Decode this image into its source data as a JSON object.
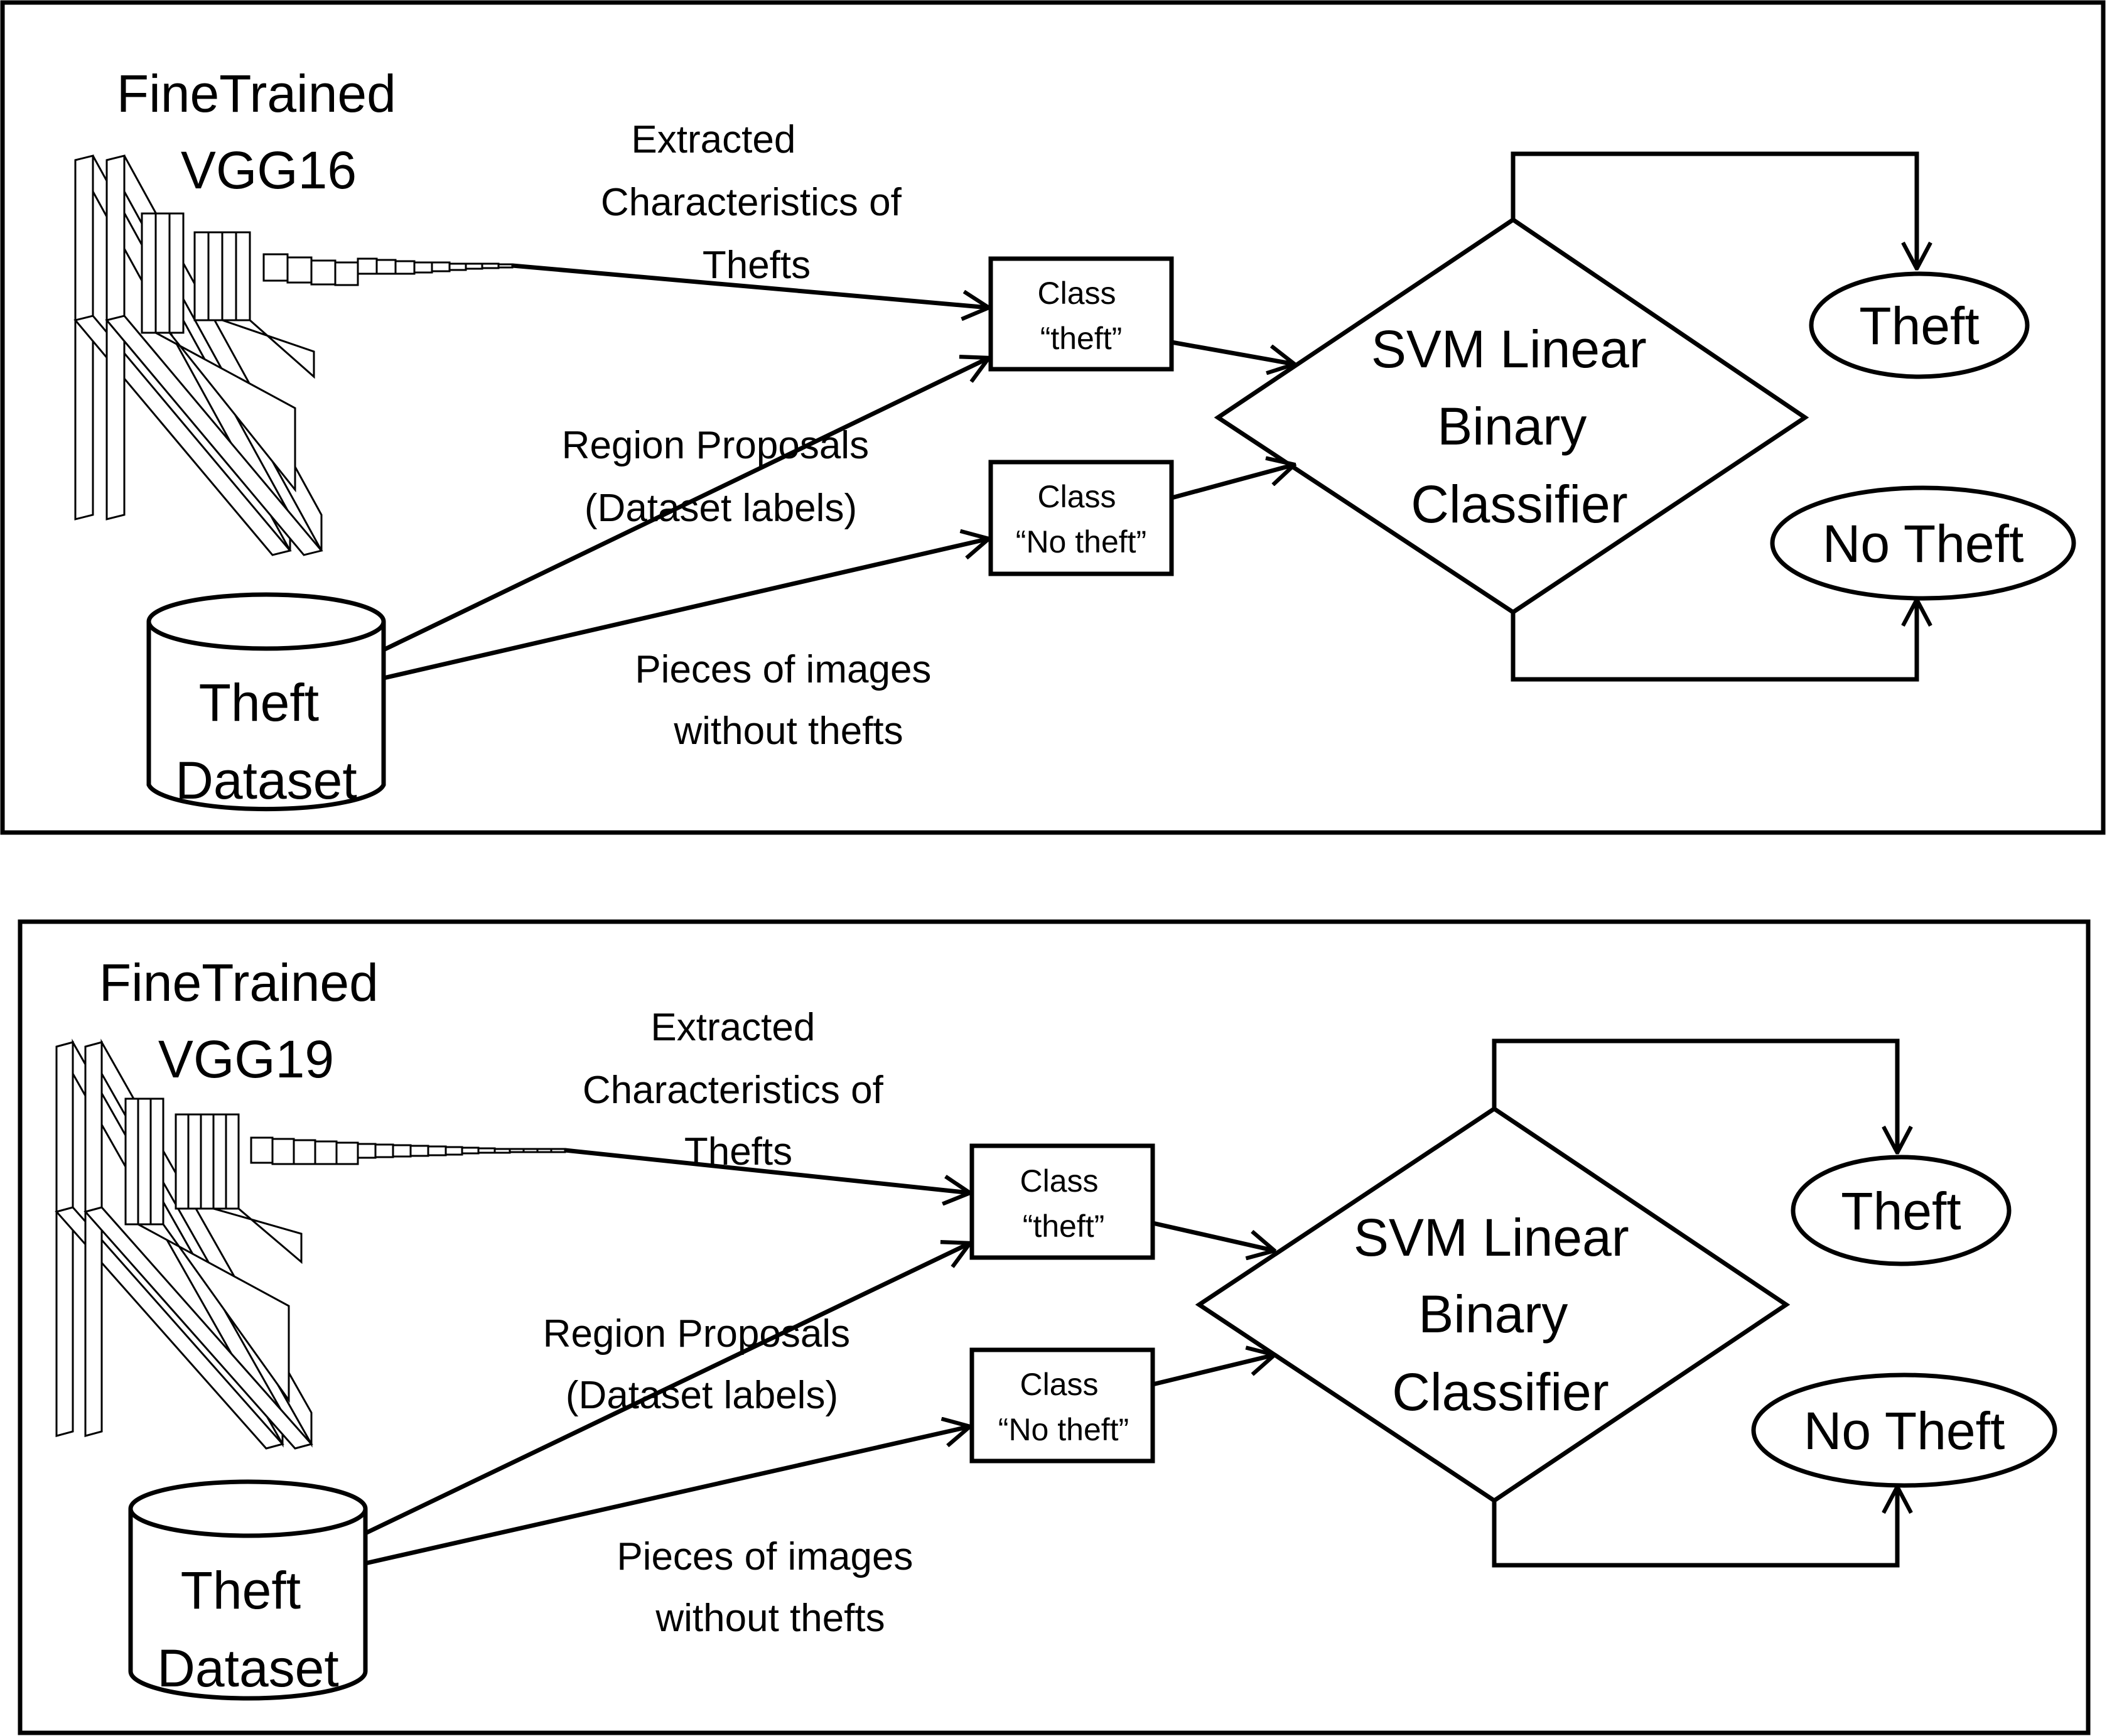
{
  "panels": [
    {
      "network_title": [
        "FineTrained",
        "VGG16"
      ],
      "label_features": [
        "Extracted",
        "Characteristics of",
        "Thefts"
      ],
      "label_regions": [
        "Region Proposals",
        "(Dataset labels)"
      ],
      "label_pieces": [
        "Pieces of images",
        "without thefts"
      ],
      "class_theft": [
        "Class",
        "“theft”"
      ],
      "class_no_theft": [
        "Class",
        "“No theft”"
      ],
      "classifier": [
        "SVM Linear",
        "Binary",
        "Classifier"
      ],
      "output_theft": "Theft",
      "output_no_theft": "No Theft",
      "dataset": [
        "Theft",
        "Dataset"
      ]
    },
    {
      "network_title": [
        "FineTrained",
        "VGG19"
      ],
      "label_features": [
        "Extracted",
        "Characteristics of",
        "Thefts"
      ],
      "label_regions": [
        "Region Proposals",
        "(Dataset labels)"
      ],
      "label_pieces": [
        "Pieces of images",
        "without thefts"
      ],
      "class_theft": [
        "Class",
        "“theft”"
      ],
      "class_no_theft": [
        "Class",
        "“No theft”"
      ],
      "classifier": [
        "SVM Linear",
        "Binary",
        "Classifier"
      ],
      "output_theft": "Theft",
      "output_no_theft": "No Theft",
      "dataset": [
        "Theft",
        "Dataset"
      ]
    }
  ],
  "colors": {
    "ink": "#000000",
    "background": "#ffffff"
  }
}
